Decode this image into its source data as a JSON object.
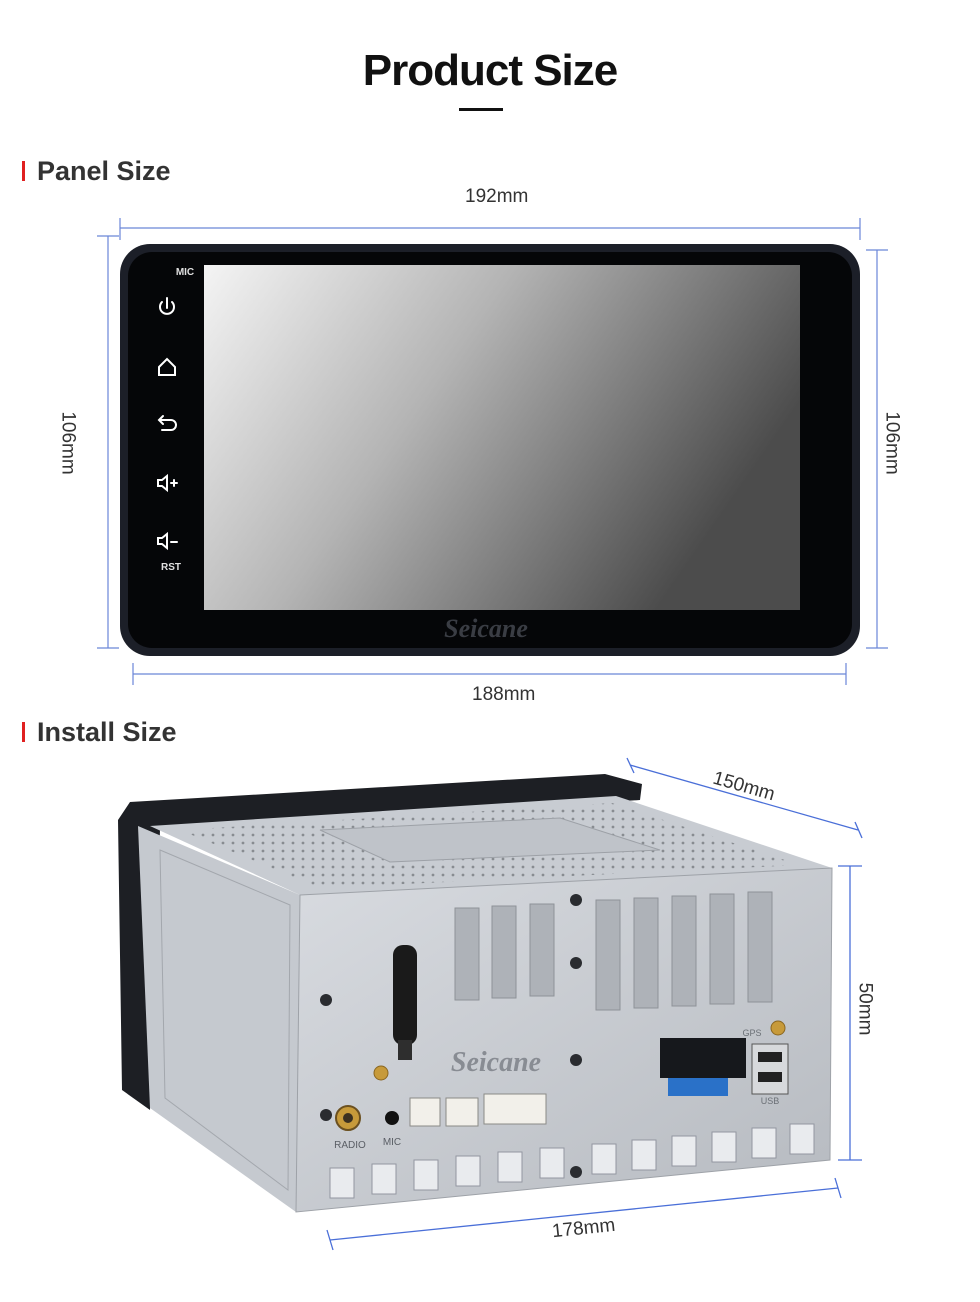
{
  "page": {
    "title": "Product Size"
  },
  "panel": {
    "heading": "Panel Size",
    "width_top": "192mm",
    "width_bottom": "188mm",
    "height_left": "106mm",
    "height_right": "106mm",
    "mic_label": "MIC",
    "rst_label": "RST",
    "brand": "Seicane",
    "side_buttons": [
      "power-icon",
      "home-icon",
      "back-icon",
      "volume-up-icon",
      "volume-down-icon"
    ]
  },
  "install": {
    "heading": "Install Size",
    "depth": "150mm",
    "height": "50mm",
    "width": "178mm",
    "brand": "Seicane",
    "radio_label": "RADIO",
    "mic_label": "MIC",
    "gps_label": "GPS",
    "usb_label": "USB"
  },
  "colors": {
    "accent_red": "#e02020",
    "dimension_line": "#4a6fd8"
  }
}
